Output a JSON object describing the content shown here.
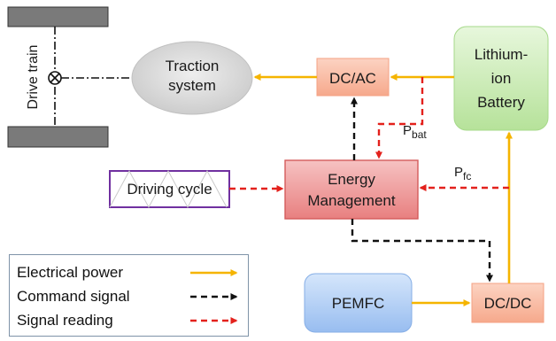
{
  "nodes": {
    "drive_train": "Drive train",
    "traction_line1": "Traction",
    "traction_line2": "system",
    "dcac": "DC/AC",
    "battery_line1": "Lithium-",
    "battery_line2": "ion",
    "battery_line3": "Battery",
    "energy_line1": "Energy",
    "energy_line2": "Management",
    "driving_cycle": "Driving cycle",
    "pemfc": "PEMFC",
    "dcdc": "DC/DC"
  },
  "signals": {
    "pbat_main": "P",
    "pbat_sub": "bat",
    "pfc_main": "P",
    "pfc_sub": "fc"
  },
  "legend": {
    "electrical_power": "Electrical power",
    "command_signal": "Command signal",
    "signal_reading": "Signal reading"
  },
  "colors": {
    "electrical_power": "#f5b400",
    "command_signal": "#111111",
    "signal_reading": "#e3211c",
    "battery_fill": "#c9ecb2",
    "pemfc_fill": "#a9c8f2",
    "converter_fill": "#f9b9a1",
    "energy_fill": "#ee8f8f",
    "traction_fill": "#d6d6d6",
    "driving_cycle_border": "#7030a0"
  }
}
